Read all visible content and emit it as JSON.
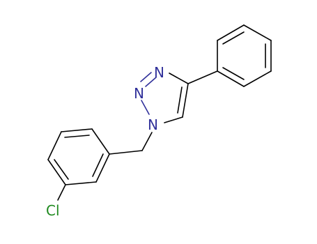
{
  "molecule": {
    "atoms": {
      "n_top": "N",
      "n_mid": "N",
      "n_low": "N",
      "chlorine": "Cl"
    },
    "colors": {
      "nitrogen": "#30309a",
      "chlorine": "#1f8a1f",
      "bond": "#000000"
    }
  }
}
